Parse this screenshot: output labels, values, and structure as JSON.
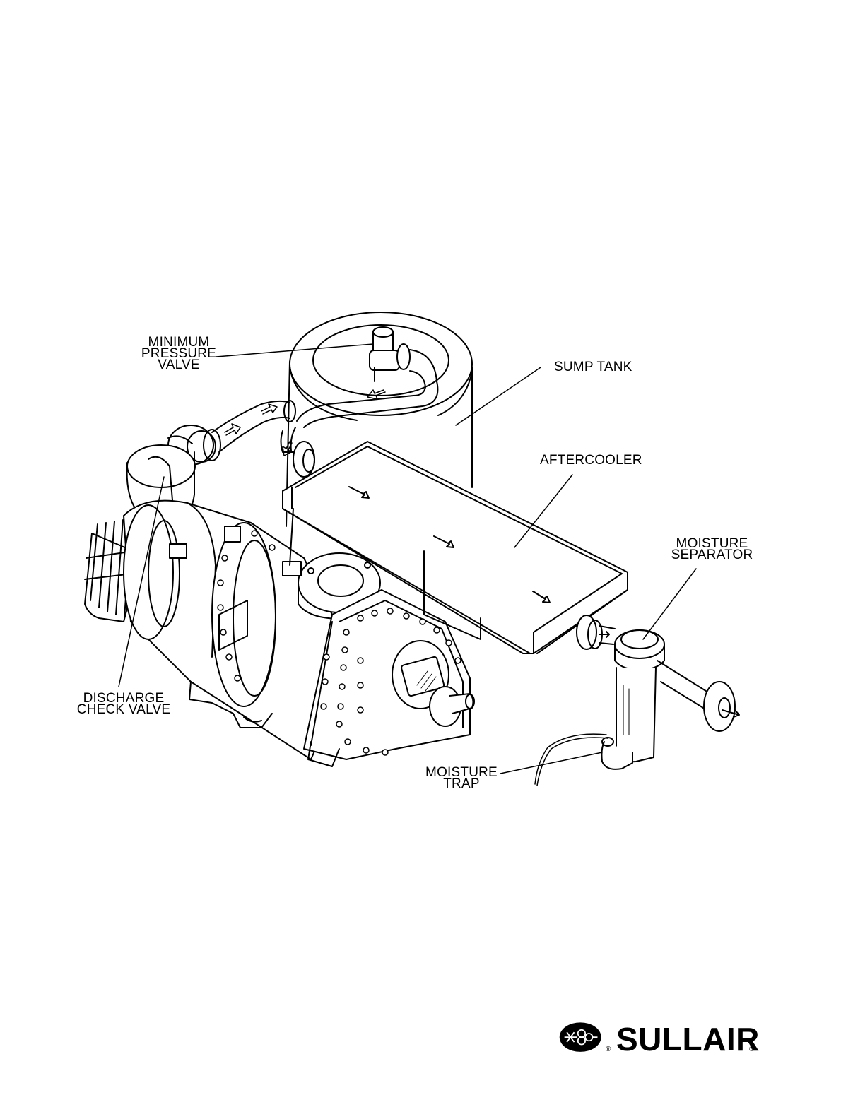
{
  "labels": {
    "minimum_pressure_valve": [
      "MINIMUM",
      "PRESSURE",
      "VALVE"
    ],
    "sump_tank": "SUMP TANK",
    "aftercooler": "AFTERCOOLER",
    "moisture_separator": [
      "MOISTURE",
      "SEPARATOR"
    ],
    "discharge_check_valve": [
      "DISCHARGE",
      "CHECK VALVE"
    ],
    "moisture_trap": [
      "MOISTURE",
      "TRAP"
    ]
  },
  "logo": {
    "text": "SULLAIR",
    "registered": "®"
  },
  "colors": {
    "line": "#000000",
    "background": "#ffffff"
  }
}
